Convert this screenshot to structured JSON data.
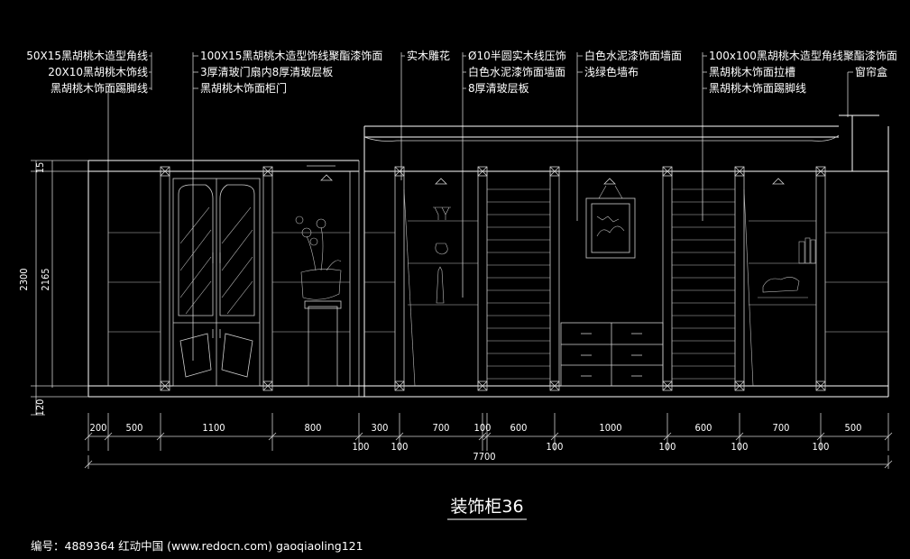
{
  "drawing": {
    "title": "装饰柜36",
    "footer": "编号：4889364    红动中国 (www.redocn.com)    gaoqiaoling121"
  },
  "annotations": [
    {
      "lines": [
        "50X15黑胡桃木造型角线",
        "20X10黑胡桃木饰线",
        "黑胡桃木饰面踢脚线"
      ]
    },
    {
      "lines": [
        "100X15黑胡桃木造型饰线聚酯漆饰面",
        "3厚清玻门扇内8厚清玻层板",
        "黑胡桃木饰面柜门"
      ]
    },
    {
      "lines": [
        "实木雕花"
      ]
    },
    {
      "lines": [
        "Ø10半圆实木线压饰",
        "白色水泥漆饰面墙面",
        "8厚清玻层板"
      ]
    },
    {
      "lines": [
        "白色水泥漆饰面墙面",
        "浅绿色墙布"
      ]
    },
    {
      "lines": [
        "100x100黑胡桃木造型角线聚酯漆饰面",
        "黑胡桃木饰面拉槽",
        "黑胡桃木饰面踢脚线"
      ]
    },
    {
      "lines": [
        "窗帘盒"
      ]
    }
  ],
  "dimensions": {
    "vertical": [
      "15",
      "2300",
      "2165",
      "120"
    ],
    "horizontal_top": [
      "200",
      "500",
      "1100",
      "800",
      "300",
      "700",
      "100",
      "600",
      "1000",
      "600",
      "700",
      "500"
    ],
    "horizontal_bottom": [
      "100",
      "100",
      "100",
      "100",
      "100",
      "100"
    ],
    "total": "7700"
  }
}
